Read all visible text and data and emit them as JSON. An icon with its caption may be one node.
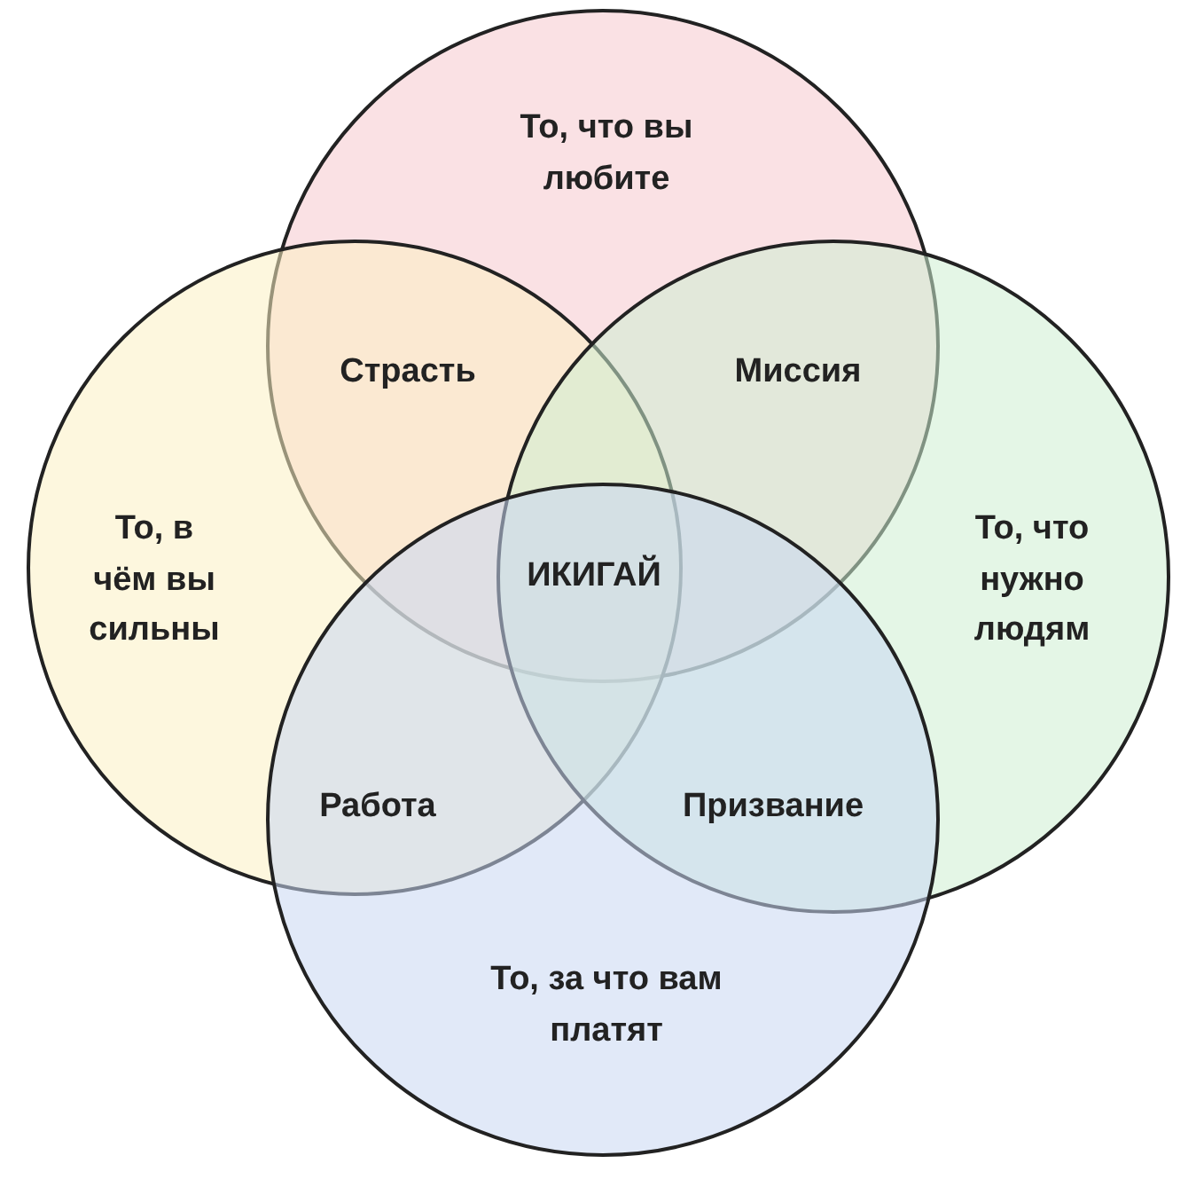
{
  "diagram": {
    "nodes": [
      {
        "text": [
          "То, что вы любите"
        ]
      },
      {
        "text": [
          "То, в чём вы сильны"
        ]
      },
      {
        "text": [
          "То, что нужно людям"
        ]
      },
      {
        "text": [
          "То, за что вам платят"
        ]
      }
    ],
    "edges": [],
    "labels": [
      "Страсть",
      "Миссия",
      "ИКИГАЙ",
      "Работа",
      "Призвание"
    ]
  }
}
